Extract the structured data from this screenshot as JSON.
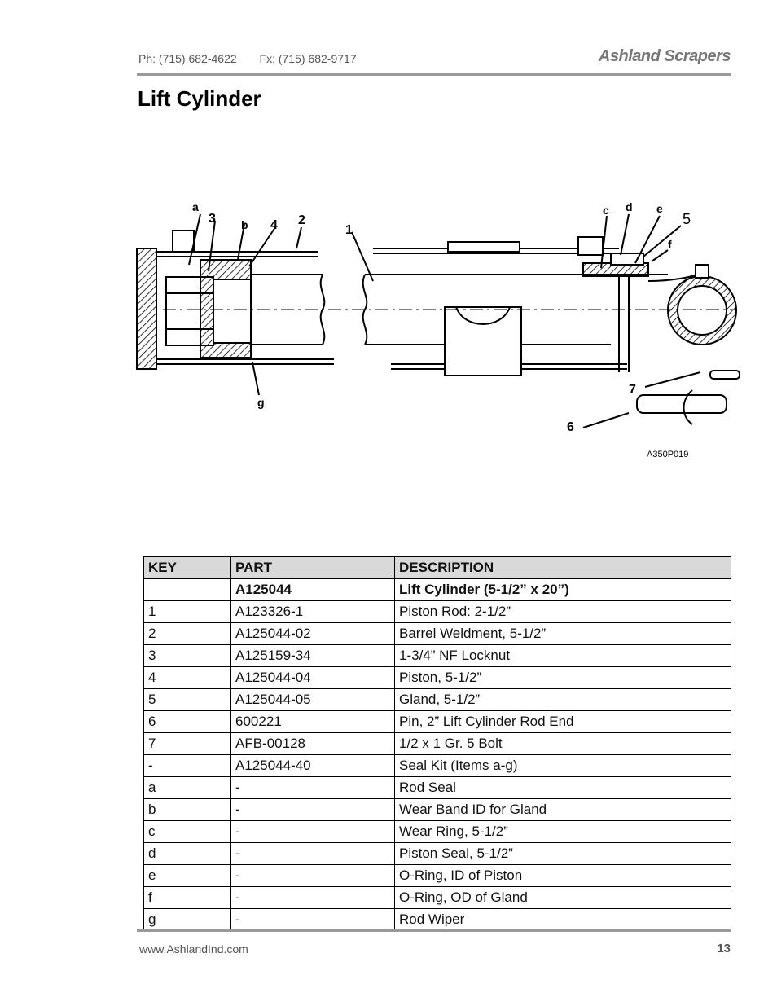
{
  "header": {
    "phone": "Ph: (715) 682-4622",
    "fax": "Fx: (715) 682-9717",
    "brand": "Ashland Scrapers"
  },
  "title": "Lift Cylinder",
  "diagram": {
    "callouts": [
      "1",
      "2",
      "3",
      "4",
      "5",
      "6",
      "7",
      "a",
      "b",
      "c",
      "d",
      "e",
      "f",
      "g"
    ],
    "drawing_code": "A350P019"
  },
  "table": {
    "headers": [
      "KEY",
      "PART",
      "DESCRIPTION"
    ],
    "rows": [
      [
        "",
        "A125044",
        "Lift Cylinder (5-1/2” x 20”)"
      ],
      [
        "1",
        "A123326-1",
        "Piston Rod: 2-1/2”"
      ],
      [
        "2",
        "A125044-02",
        "Barrel Weldment, 5-1/2”"
      ],
      [
        "3",
        "A125159-34",
        "1-3/4” NF Locknut"
      ],
      [
        "4",
        "A125044-04",
        "Piston, 5-1/2”"
      ],
      [
        "5",
        "A125044-05",
        "Gland, 5-1/2”"
      ],
      [
        "6",
        "600221",
        "Pin, 2” Lift Cylinder Rod End"
      ],
      [
        "7",
        "AFB-00128",
        "1/2 x 1 Gr. 5 Bolt"
      ],
      [
        "-",
        "A125044-40",
        "Seal Kit (Items a-g)"
      ],
      [
        "a",
        "-",
        "Rod Seal"
      ],
      [
        "b",
        "-",
        "Wear Band ID for Gland"
      ],
      [
        "c",
        "-",
        "Wear Ring, 5-1/2”"
      ],
      [
        "d",
        "-",
        "Piston Seal, 5-1/2”"
      ],
      [
        "e",
        "-",
        "O-Ring, ID of Piston"
      ],
      [
        "f",
        "-",
        "O-Ring, OD of Gland"
      ],
      [
        "g",
        "-",
        "Rod Wiper"
      ]
    ]
  },
  "footer": {
    "url": "www.AshlandInd.com",
    "page": "13"
  }
}
